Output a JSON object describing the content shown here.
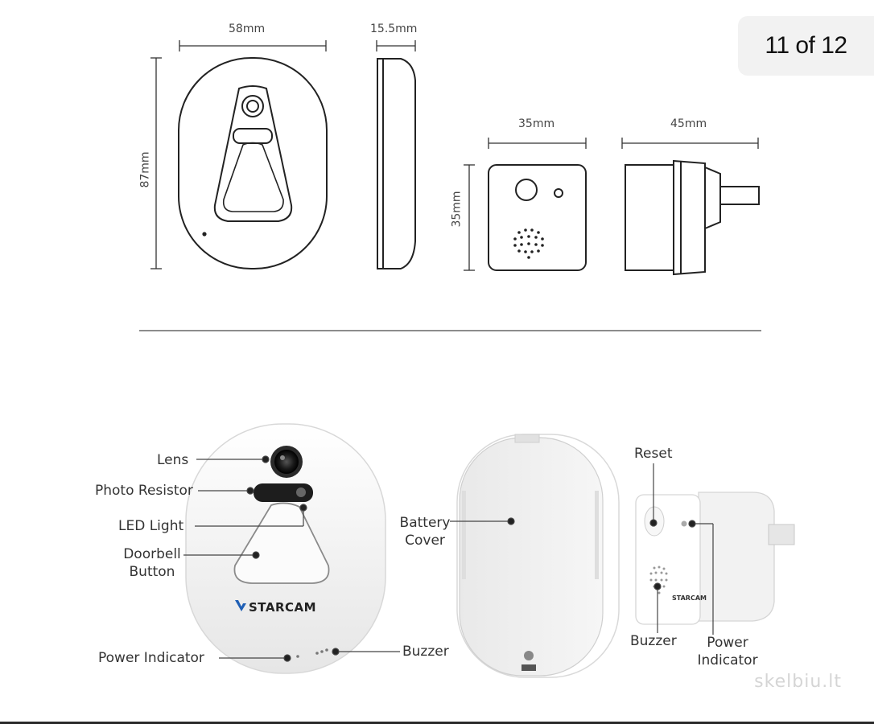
{
  "viewer": {
    "counter": "11 of 12"
  },
  "dimensions": {
    "width_main": "58mm",
    "thickness": "15.5mm",
    "height_main": "87mm",
    "chime_width": "35mm",
    "chime_height": "35mm",
    "chime_depth": "45mm"
  },
  "labels": {
    "lens": "Lens",
    "photo_resistor": "Photo Resistor",
    "led_light": "LED Light",
    "doorbell_button_1": "Doorbell",
    "doorbell_button_2": "Button",
    "power_indicator_left": "Power Indicator",
    "buzzer_left": "Buzzer",
    "battery_cover_1": "Battery",
    "battery_cover_2": "Cover",
    "reset": "Reset",
    "buzzer_right": "Buzzer",
    "power_indicator_right_1": "Power",
    "power_indicator_right_2": "Indicator"
  },
  "brand": {
    "name": "STARCAM",
    "chime_logo": "STARCAM"
  },
  "watermark": "skelbiu.lt",
  "colors": {
    "line": "#222222",
    "device_body": "#f7f7f7",
    "accent_blue": "#1f5fb5"
  }
}
